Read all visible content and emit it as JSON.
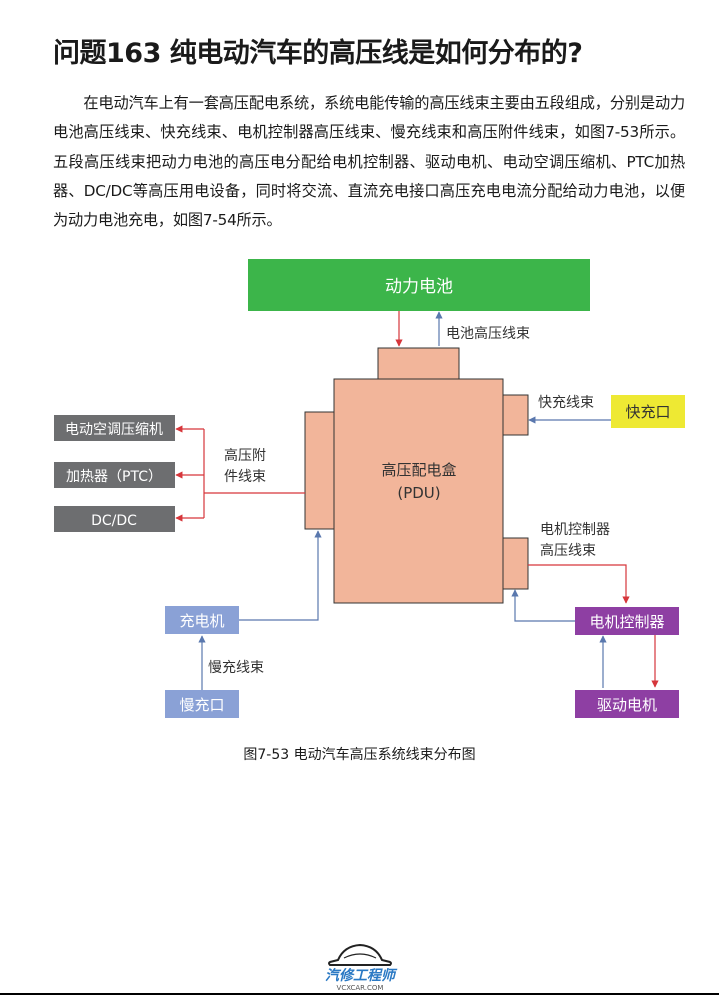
{
  "title": "问题163 纯电动汽车的高压线是如何分布的?",
  "paragraph": "在电动汽车上有一套高压配电系统，系统电能传输的高压线束主要由五段组成，分别是动力电池高压线束、快充线束、电机控制器高压线束、慢充线束和高压附件线束，如图7-53所示。五段高压线束把动力电池的高压电分配给电机控制器、驱动电机、电动空调压缩机、PTC加热器、DC/DC等高压用电设备，同时将交流、直流充电接口高压充电电流分配给动力电池，以便为动力电池充电，如图7-54所示。",
  "diagram": {
    "battery": "动力电池",
    "battery_harness": "电池高压线束",
    "pdu_line1": "高压配电盒",
    "pdu_line2": "(PDU)",
    "fast_harness": "快充线束",
    "fast_port": "快充口",
    "aux_harness_line1": "高压附",
    "aux_harness_line2": "件线束",
    "ac_compressor": "电动空调压缩机",
    "heater": "加热器（PTC）",
    "dcdc": "DC/DC",
    "motor_harness_line1": "电机控制器",
    "motor_harness_line2": "高压线束",
    "charger": "充电机",
    "slow_harness": "慢充线束",
    "slow_port": "慢充口",
    "motor_controller": "电机控制器",
    "drive_motor": "驱动电机"
  },
  "caption": "图7-53 电动汽车高压系统线束分布图",
  "logo": {
    "text": "汽修工程师",
    "url": "VCXCAR.COM"
  },
  "colors": {
    "battery": "#3cb54a",
    "pdu": "#f2b59a",
    "fast_port": "#eee933",
    "accessory": "#6d6e70",
    "charger": "#8aa1d6",
    "motor": "#8e3fa3",
    "red_arrow": "#d6363b",
    "blue_arrow": "#5a78ae"
  }
}
